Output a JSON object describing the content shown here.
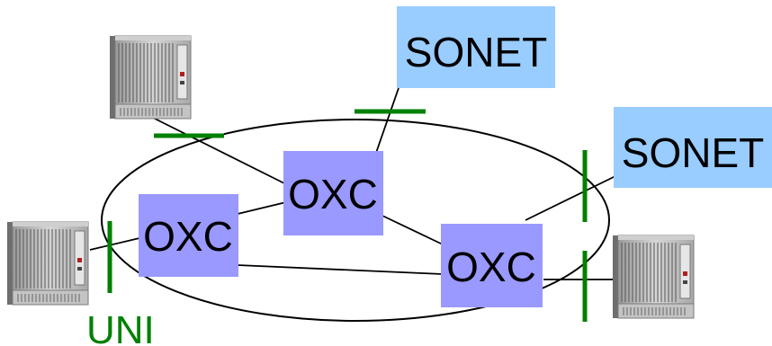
{
  "nodes": {
    "oxc_left": {
      "label": "OXC"
    },
    "oxc_center": {
      "label": "OXC"
    },
    "oxc_right": {
      "label": "OXC"
    },
    "sonet_top": {
      "label": "SONET"
    },
    "sonet_right": {
      "label": "SONET"
    }
  },
  "uni_label": "UNI",
  "colors": {
    "oxc_fill": "#9999ff",
    "sonet_fill": "#99ccff",
    "uni_green": "#008000",
    "line": "#000000",
    "equipment_gray": "#b8b8b8"
  },
  "icons": {
    "equipment": "rack-server-icon"
  }
}
